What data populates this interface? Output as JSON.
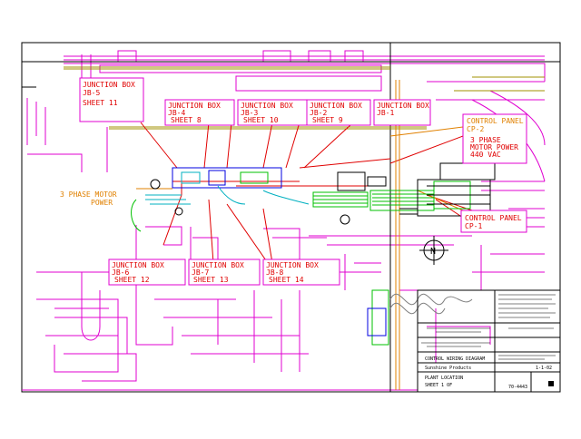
{
  "colors": {
    "magenta": "#e000d0",
    "red": "#e00000",
    "orange": "#e08000",
    "green": "#00c000",
    "blue": "#0000e0",
    "cyan": "#00b0c0",
    "olive": "#a09000",
    "black": "#000000",
    "gray": "#808080"
  },
  "labels": {
    "jb5": {
      "title": "JUNCTION BOX",
      "code": "JB-5",
      "sheet": "SHEET 11"
    },
    "jb4": {
      "title": "JUNCTION BOX",
      "code": "JB-4",
      "sheet": "SHEET 8"
    },
    "jb3": {
      "title": "JUNCTION BOX",
      "code": "JB-3",
      "sheet": "SHEET 10"
    },
    "jb2": {
      "title": "JUNCTION BOX",
      "code": "JB-2",
      "sheet": "SHEET 9"
    },
    "jb1": {
      "title": "JUNCTION BOX",
      "code": "JB-1"
    },
    "cp2": {
      "title": "CONTROL PANEL",
      "code": "CP-2",
      "line1": "3 PHASE",
      "line2": "MOTOR POWER",
      "line3": "440 VAC"
    },
    "cp1": {
      "title": "CONTROL PANEL",
      "code": "CP-1"
    },
    "motor": {
      "line1": "3 PHASE MOTOR",
      "line2": "POWER"
    },
    "jb6": {
      "title": "JUNCTION BOX",
      "code": "JB-6",
      "sheet": "SHEET 12"
    },
    "jb7": {
      "title": "JUNCTION BOX",
      "code": "JB-7",
      "sheet": "SHEET 13"
    },
    "jb8": {
      "title": "JUNCTION BOX",
      "code": "JB-8",
      "sheet": "SHEET 14"
    },
    "north": "N"
  },
  "title_block": {
    "drawing_title": "CONTROL WIRING DIAGRAM",
    "company": "Sunshine Products",
    "plant": "PLANT LOCATION",
    "sheet": "SHEET 1 OF",
    "drawing_no": "70-4443",
    "rev": "1-1-02"
  }
}
